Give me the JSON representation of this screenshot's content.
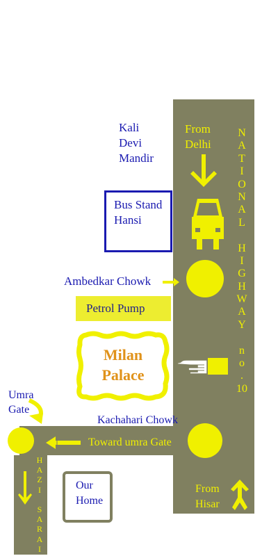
{
  "colors": {
    "road": "#808060",
    "accent_yellow": "#f0f000",
    "label_blue": "#1a1ab0",
    "palace_orange": "#e0921a",
    "petrol_fill": "#eded30"
  },
  "landmarks": {
    "kali_devi": "Kali\nDevi\nMandir",
    "bus_stand": "Bus Stand\nHansi",
    "ambedkar_chowk": "Ambedkar Chowk",
    "petrol_pump": "Petrol Pump",
    "milan_palace": "Milan\nPalace",
    "kachahari_chowk": "Kachahari Chowk",
    "umra_gate": "Umra\nGate",
    "our_home": "Our\nHome"
  },
  "road_labels": {
    "from_delhi": "From\nDelhi",
    "from_hisar": "From\nHisar",
    "toward_umra_gate": "Toward umra Gate"
  },
  "highway_label": [
    "N",
    "A",
    "T",
    "I",
    "O",
    "N",
    "A",
    "L",
    "",
    "H",
    "I",
    "G",
    "H",
    "W",
    "A",
    "Y",
    "",
    "n",
    "o",
    ".",
    "10"
  ],
  "hazi_sarai_label": [
    "H",
    "A",
    "Z",
    "I",
    "",
    "S",
    "A",
    "R",
    "A",
    "I"
  ],
  "icons": [
    "arrow-down-icon",
    "bus-icon",
    "arrow-right-icon",
    "pointing-hand-icon",
    "curved-arrow-icon",
    "arrow-left-icon",
    "arrow-up-icon",
    "arrow-down-small-icon"
  ]
}
